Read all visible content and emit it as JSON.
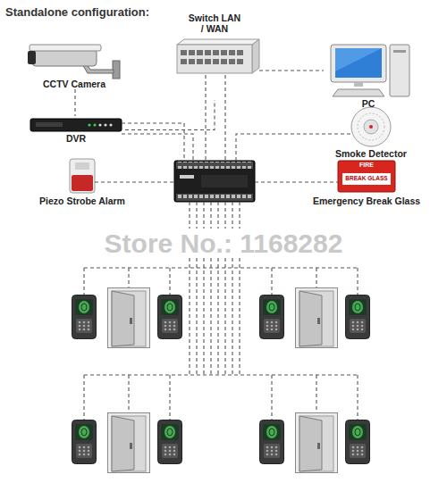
{
  "diagram": {
    "title": "Standalone configuration:",
    "nodes": [
      {
        "text": [
          "CCTV Camera"
        ]
      },
      {
        "text": [
          "Switch LAN / WAN"
        ]
      },
      {
        "text": [
          "PC"
        ]
      },
      {
        "text": [
          "DVR"
        ]
      },
      {
        "text": [
          "Smoke Detector"
        ]
      },
      {
        "text": [
          "Piezo Strobe Alarm"
        ]
      },
      {
        "text": [
          "Emergency Break Glass"
        ]
      }
    ],
    "edges": [
      {
        "from": 0,
        "to": 3,
        "arrow": "none"
      },
      {
        "from": 3,
        "to": 1,
        "arrow": "none"
      },
      {
        "from": 1,
        "to": 2,
        "arrow": "none"
      }
    ],
    "labels": [
      "Store No.: 1168282",
      "FIRE",
      "BREAK GLASS"
    ]
  }
}
